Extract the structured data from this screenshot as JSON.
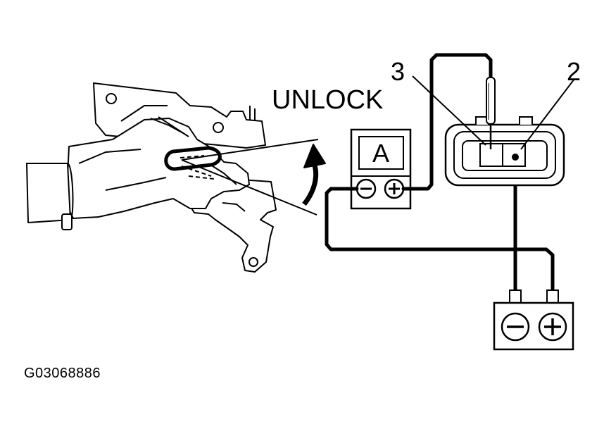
{
  "diagram": {
    "unlock_label": "UNLOCK",
    "meter_label": "A",
    "meter_neg_symbol": "−",
    "meter_pos_symbol": "+",
    "terminal_3_label": "3",
    "terminal_2_label": "2",
    "battery_neg_symbol": "−",
    "battery_pos_symbol": "+"
  },
  "figure_id": "G03068886",
  "colors": {
    "ink": "#000000",
    "background": "#ffffff"
  }
}
